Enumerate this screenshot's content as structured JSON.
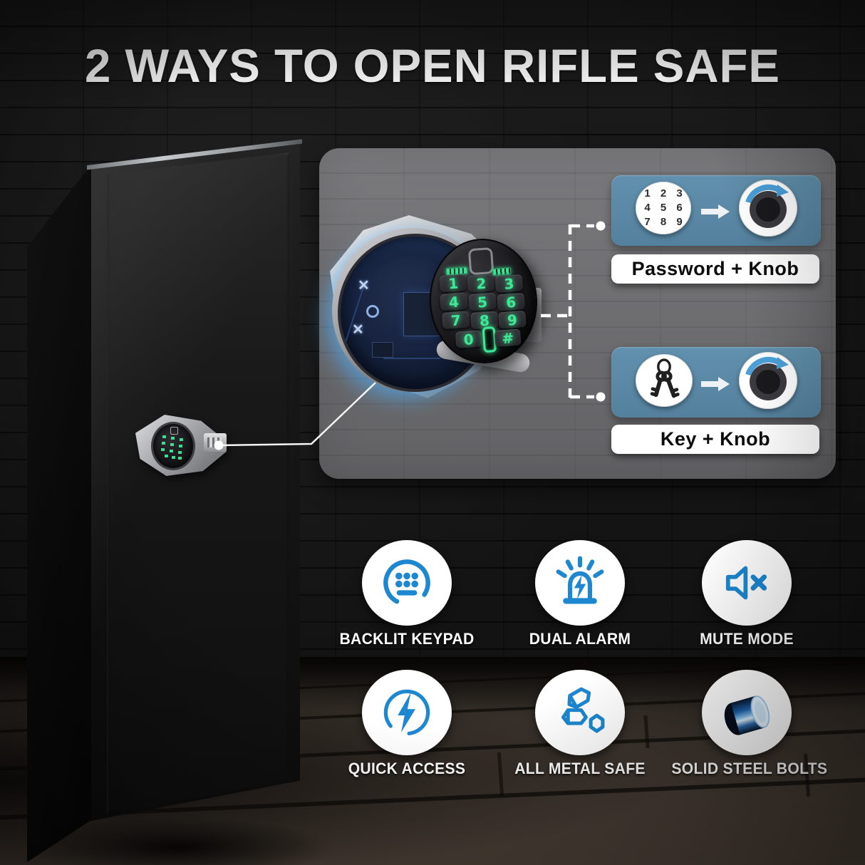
{
  "title": "2 WAYS TO OPEN RIFLE SAFE",
  "lock_panel": {
    "keypad": {
      "keys_row1": [
        "1",
        "2",
        "3"
      ],
      "keys_row2": [
        "4",
        "5",
        "6"
      ],
      "keys_row3": [
        "7",
        "8",
        "9"
      ],
      "key_zero": "0",
      "key_hash": "#",
      "key_slot_icon": "keyhole-icon",
      "fingerprint_icon": "fingerprint-pad-icon",
      "battery_icon": "battery-indicator-icon"
    },
    "methods": [
      {
        "label": "Password + Knob",
        "input_icon": "keypad-digits-icon",
        "digit_rows": [
          "1 2 3",
          "4 5 6",
          "7 8 9"
        ],
        "arrow_icon": "right-arrow-icon",
        "knob_icon": "rotate-knob-icon"
      },
      {
        "label": "Key + Knob",
        "input_icon": "keys-icon",
        "arrow_icon": "right-arrow-icon",
        "knob_icon": "rotate-knob-icon"
      }
    ]
  },
  "features": [
    {
      "label": "BACKLIT KEYPAD",
      "icon": "keypad-icon"
    },
    {
      "label": "DUAL ALARM",
      "icon": "alarm-icon"
    },
    {
      "label": "MUTE MODE",
      "icon": "mute-speaker-icon"
    },
    {
      "label": "QUICK ACCESS",
      "icon": "lightning-icon"
    },
    {
      "label": "ALL METAL SAFE",
      "icon": "metal-ingots-icon"
    },
    {
      "label": "SOLID STEEL BOLTS",
      "icon": "steel-bolt-icon"
    }
  ],
  "colors": {
    "accent_blue": "#1d87d0",
    "method_box_blue": "#5b87a4",
    "panel_gray": "#737376",
    "keypad_green": "#3fe896",
    "background": "#161616"
  }
}
